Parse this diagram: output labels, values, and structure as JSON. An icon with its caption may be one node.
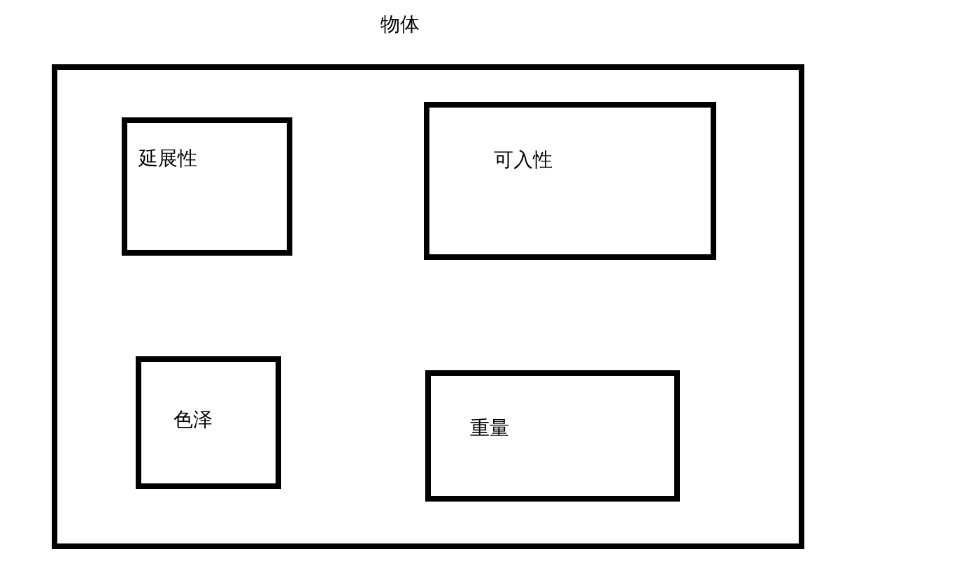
{
  "diagram": {
    "nodes": [
      {
        "text": [
          "物体"
        ]
      },
      {
        "text": [
          "延展性"
        ],
        "in": 0
      },
      {
        "text": [
          "可入性"
        ],
        "in": 0
      },
      {
        "text": [
          "色泽"
        ],
        "in": 0
      },
      {
        "text": [
          "重量"
        ],
        "in": 0
      }
    ]
  }
}
